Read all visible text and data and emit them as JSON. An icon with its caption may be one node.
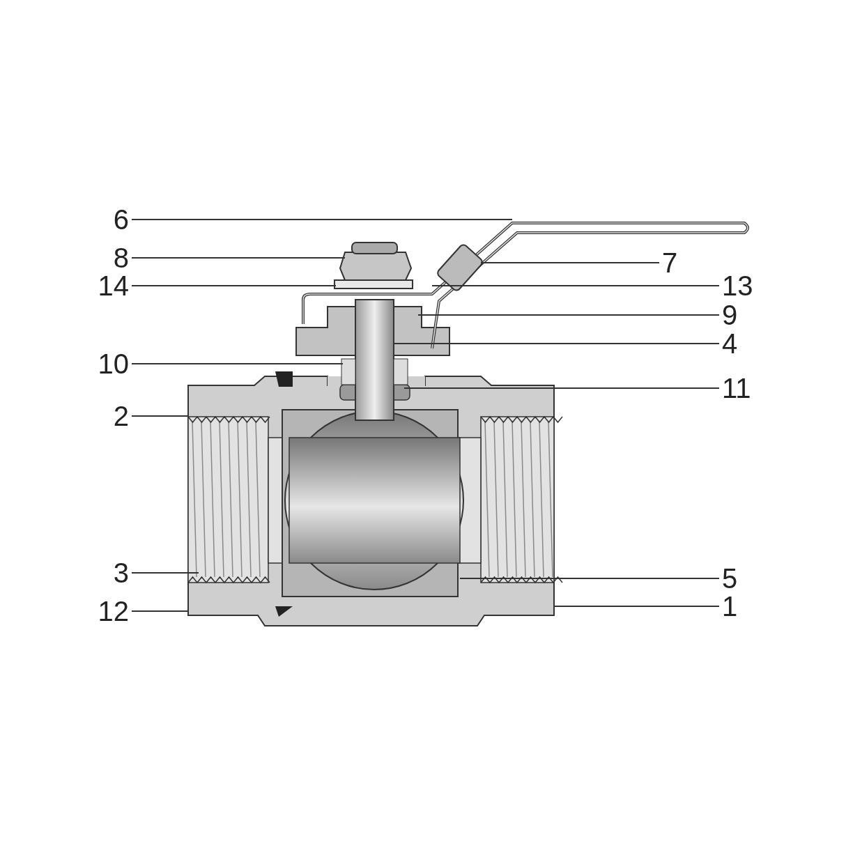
{
  "diagram": {
    "nodes": [
      {
        "text": [
          "6"
        ]
      },
      {
        "text": [
          "8"
        ]
      },
      {
        "text": [
          "7"
        ]
      },
      {
        "text": [
          "14"
        ]
      },
      {
        "text": [
          "13"
        ]
      },
      {
        "text": [
          "9"
        ]
      },
      {
        "text": [
          "4"
        ]
      },
      {
        "text": [
          "10"
        ]
      },
      {
        "text": [
          "11"
        ]
      },
      {
        "text": [
          "2"
        ]
      },
      {
        "text": [
          "3"
        ]
      },
      {
        "text": [
          "5"
        ]
      },
      {
        "text": [
          "12"
        ]
      },
      {
        "text": [
          "1"
        ]
      }
    ],
    "edges": [
      {
        "from": 0,
        "to": null,
        "arrow": "none"
      },
      {
        "from": 1,
        "to": null,
        "arrow": "none"
      },
      {
        "from": 2,
        "to": null,
        "arrow": "none"
      },
      {
        "from": 3,
        "to": null,
        "arrow": "none"
      },
      {
        "from": 4,
        "to": null,
        "arrow": "none"
      },
      {
        "from": 5,
        "to": null,
        "arrow": "none"
      },
      {
        "from": 6,
        "to": null,
        "arrow": "none"
      },
      {
        "from": 7,
        "to": null,
        "arrow": "none"
      },
      {
        "from": 8,
        "to": null,
        "arrow": "none"
      },
      {
        "from": 9,
        "to": null,
        "arrow": "none"
      },
      {
        "from": 10,
        "to": null,
        "arrow": "none"
      },
      {
        "from": 11,
        "to": null,
        "arrow": "none"
      },
      {
        "from": 12,
        "to": null,
        "arrow": "none"
      },
      {
        "from": 13,
        "to": null,
        "arrow": "none"
      }
    ]
  }
}
